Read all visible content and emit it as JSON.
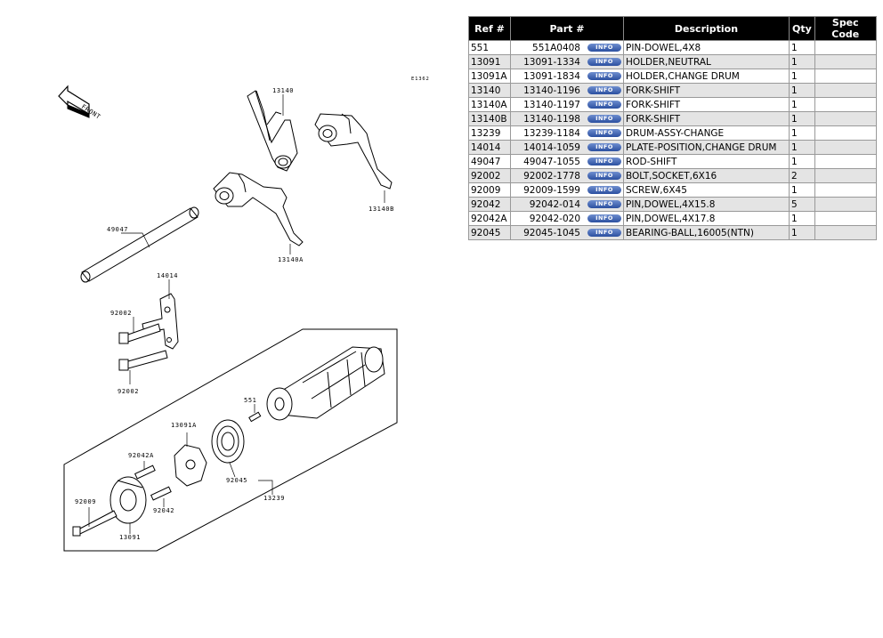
{
  "diagram": {
    "code": "E1362",
    "front_label": "FRONT",
    "labels": {
      "fork_top": "13140",
      "fork_right": "13140B",
      "fork_left": "13140A",
      "rod": "49047",
      "plate": "14014",
      "bolt_top": "92002",
      "bolt_bottom": "92002",
      "dowel_551": "551",
      "holder_change": "13091A",
      "pin_a": "92042A",
      "bearing": "92045",
      "drum": "13239",
      "screw": "92009",
      "pin_b": "92042",
      "holder_neutral": "13091"
    }
  },
  "table": {
    "headers": [
      "Ref #",
      "Part #",
      "Description",
      "Qty",
      "Spec Code"
    ],
    "info_label": "INFO",
    "rows": [
      {
        "ref": "551",
        "part": "551A0408",
        "desc": "PIN-DOWEL,4X8",
        "qty": "1",
        "spec": ""
      },
      {
        "ref": "13091",
        "part": "13091-1334",
        "desc": "HOLDER,NEUTRAL",
        "qty": "1",
        "spec": ""
      },
      {
        "ref": "13091A",
        "part": "13091-1834",
        "desc": "HOLDER,CHANGE DRUM",
        "qty": "1",
        "spec": ""
      },
      {
        "ref": "13140",
        "part": "13140-1196",
        "desc": "FORK-SHIFT",
        "qty": "1",
        "spec": ""
      },
      {
        "ref": "13140A",
        "part": "13140-1197",
        "desc": "FORK-SHIFT",
        "qty": "1",
        "spec": ""
      },
      {
        "ref": "13140B",
        "part": "13140-1198",
        "desc": "FORK-SHIFT",
        "qty": "1",
        "spec": ""
      },
      {
        "ref": "13239",
        "part": "13239-1184",
        "desc": "DRUM-ASSY-CHANGE",
        "qty": "1",
        "spec": ""
      },
      {
        "ref": "14014",
        "part": "14014-1059",
        "desc": "PLATE-POSITION,CHANGE DRUM",
        "qty": "1",
        "spec": ""
      },
      {
        "ref": "49047",
        "part": "49047-1055",
        "desc": "ROD-SHIFT",
        "qty": "1",
        "spec": ""
      },
      {
        "ref": "92002",
        "part": "92002-1778",
        "desc": "BOLT,SOCKET,6X16",
        "qty": "2",
        "spec": ""
      },
      {
        "ref": "92009",
        "part": "92009-1599",
        "desc": "SCREW,6X45",
        "qty": "1",
        "spec": ""
      },
      {
        "ref": "92042",
        "part": "92042-014",
        "desc": "PIN,DOWEL,4X15.8",
        "qty": "5",
        "spec": ""
      },
      {
        "ref": "92042A",
        "part": "92042-020",
        "desc": "PIN,DOWEL,4X17.8",
        "qty": "1",
        "spec": ""
      },
      {
        "ref": "92045",
        "part": "92045-1045",
        "desc": "BEARING-BALL,16005(NTN)",
        "qty": "1",
        "spec": ""
      }
    ]
  }
}
